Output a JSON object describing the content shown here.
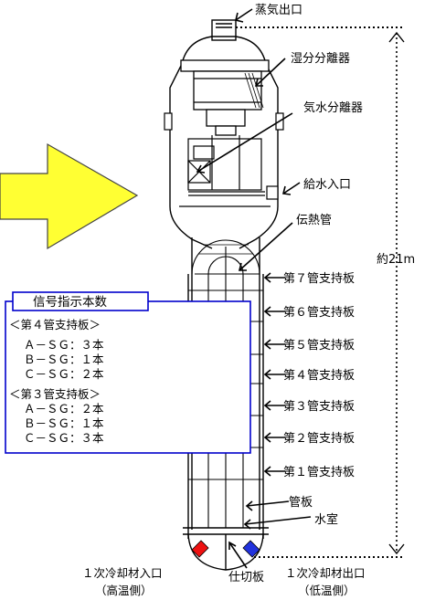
{
  "labels": {
    "steam_outlet": "蒸気出口",
    "moisture_separator": "湿分分離器",
    "steam_water_separator": "気水分離器",
    "feedwater_inlet": "給水入口",
    "heat_transfer_tube": "伝熱管",
    "height": "約21m",
    "tube_sheet": "管板",
    "water_chamber": "水室",
    "partition_plate": "仕切板",
    "primary_coolant_inlet": "１次冷却材入口",
    "inlet_side": "（高温側）",
    "primary_coolant_outlet": "１次冷却材出口",
    "outlet_side": "（低温側）"
  },
  "support_plates": [
    "第７管支持板",
    "第６管支持板",
    "第５管支持板",
    "第４管支持板",
    "第３管支持板",
    "第２管支持板",
    "第１管支持板"
  ],
  "signal_box": {
    "title": "信号指示本数",
    "groups": [
      {
        "header": "＜第４管支持板＞",
        "rows": [
          "Ａ－ＳＧ：３本",
          "Ｂ－ＳＧ：１本",
          "Ｃ－ＳＧ：２本"
        ]
      },
      {
        "header": "＜第３管支持板＞",
        "rows": [
          "Ａ－ＳＧ：２本",
          "Ｂ－ＳＧ：１本",
          "Ｃ－ＳＧ：３本"
        ]
      }
    ]
  },
  "colors": {
    "arrow_fill": "#ffff33",
    "box_border": "#0000cc",
    "indicator": "#ff0000",
    "inlet_nozzle": "#ee1111",
    "outlet_nozzle": "#2233dd"
  }
}
